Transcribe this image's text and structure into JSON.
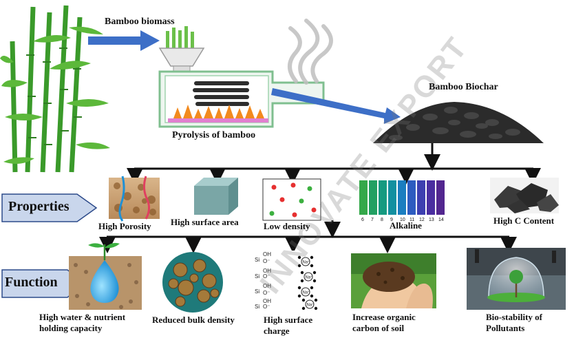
{
  "labels": {
    "biomass": "Bamboo biomass",
    "pyrolysis": "Pyrolysis of bamboo",
    "biochar": "Bamboo Biochar"
  },
  "sections": {
    "properties": "Properties",
    "function": "Function"
  },
  "properties": [
    {
      "label": "High Porosity"
    },
    {
      "label": "High surface area"
    },
    {
      "label": "Low density"
    },
    {
      "label": "Alkaline"
    },
    {
      "label": "High C Content"
    }
  ],
  "ph_scale": [
    "6",
    "7",
    "8",
    "9",
    "10",
    "11",
    "12",
    "13",
    "14"
  ],
  "functions": [
    {
      "line1": "High water & nutrient",
      "line2": "holding capacity"
    },
    {
      "line1": "Reduced bulk density",
      "line2": ""
    },
    {
      "line1": "High surface",
      "line2": "charge"
    },
    {
      "line1": "Increase organic",
      "line2": "carbon of soil"
    },
    {
      "line1": "Bio-stability of",
      "line2": "Pollutants"
    }
  ],
  "surface_charge": {
    "si": "Si",
    "oh": "OH",
    "o_minus": "O⁻",
    "na": "Na⁺"
  },
  "watermark": "INNOVATE EXPORT",
  "colors": {
    "arrow_blue": "#3d6fc7",
    "box_gray": "#7aa6a6",
    "banner_fill": "#c9d6ec",
    "flame": "#f28a1e",
    "char": "#2b2b2b"
  }
}
